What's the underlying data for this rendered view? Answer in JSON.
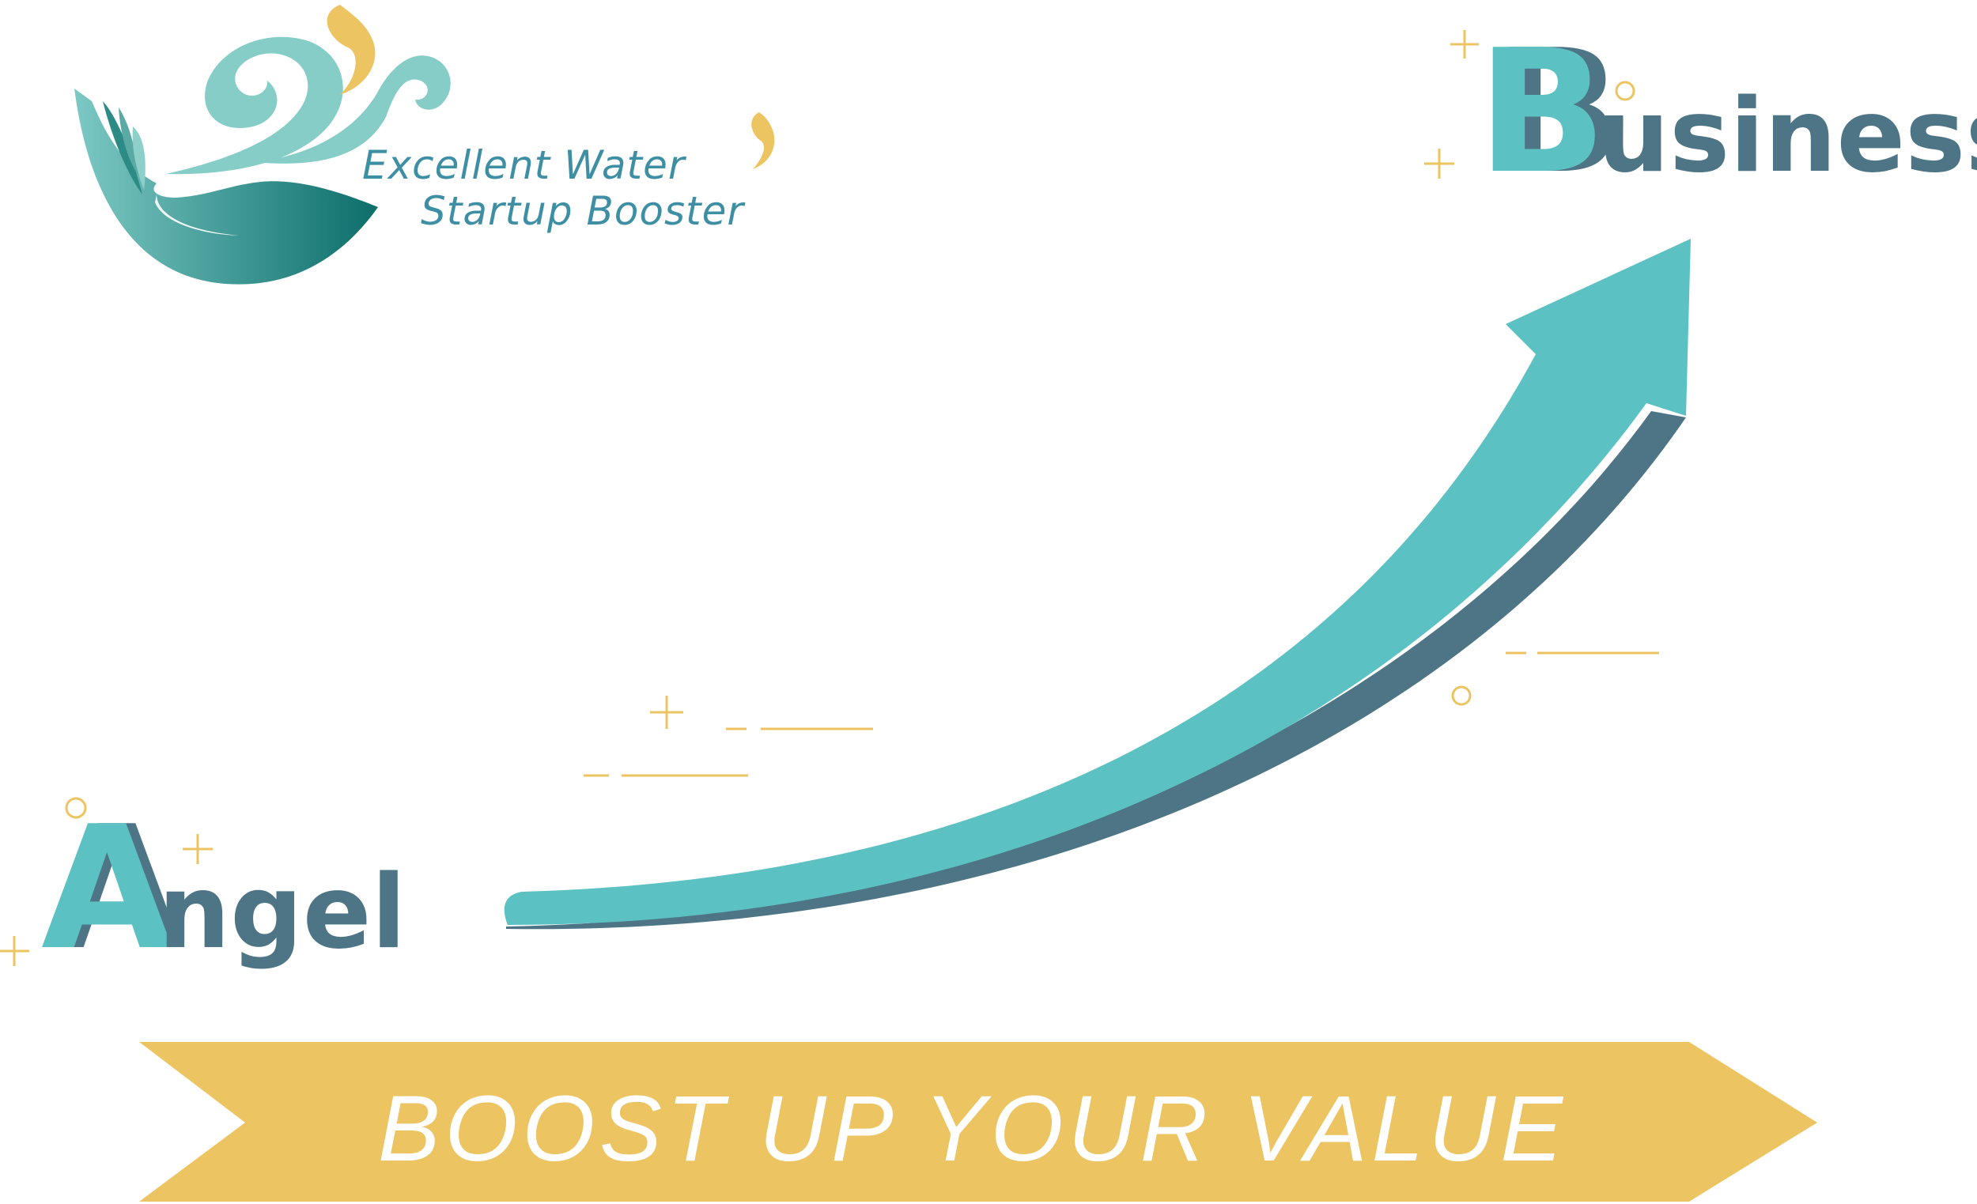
{
  "logo": {
    "line1": "Excellent Water",
    "line2": "Startup Booster"
  },
  "start_label": {
    "letter": "A",
    "rest": "ngel"
  },
  "end_label": {
    "letter": "B",
    "rest": "usiness"
  },
  "banner": {
    "text": "BOOST UP YOUR VALUE"
  },
  "colors": {
    "teal": "#5cc1c2",
    "slate": "#4e7586",
    "gold": "#ecc462",
    "logo_dark": "#0c6e6a",
    "logo_text": "#3f8fa4"
  }
}
